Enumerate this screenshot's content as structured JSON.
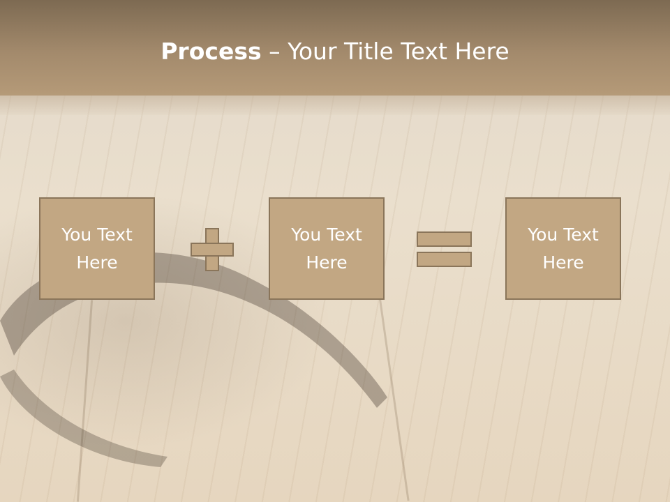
{
  "title": {
    "bold": "Process",
    "rest": " – Your Title Text Here"
  },
  "boxes": [
    {
      "text": "You Text Here"
    },
    {
      "text": "You Text Here"
    },
    {
      "text": "You Text Here"
    }
  ],
  "colors": {
    "box_fill": "#c2a783",
    "box_border": "#8a755a",
    "header": "#a38a6c",
    "text": "#ffffff"
  }
}
